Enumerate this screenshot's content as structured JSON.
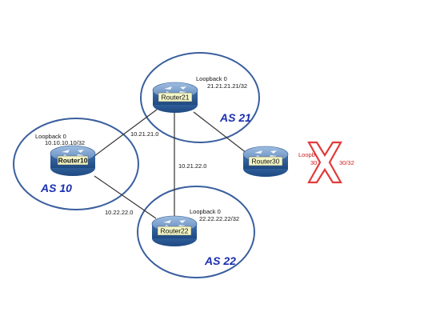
{
  "autonomous_systems": [
    {
      "id": "as21",
      "label": "AS 21"
    },
    {
      "id": "as10",
      "label": "AS 10"
    },
    {
      "id": "as22",
      "label": "AS 22"
    }
  ],
  "routers": [
    {
      "id": "router21",
      "name": "Router21",
      "loopback_title": "Loopback 0",
      "loopback_ip": "21.21.21.21/32"
    },
    {
      "id": "router10",
      "name": "Router10",
      "loopback_title": "Loopback 0",
      "loopback_ip": "10.10.10.10/32"
    },
    {
      "id": "router22",
      "name": "Router22",
      "loopback_title": "Loopback 0",
      "loopback_ip": "22.22.22.22/32"
    },
    {
      "id": "router30",
      "name": "Router30",
      "loopback_title_partial": "Loopb",
      "loopback_ip_part_a": "30",
      "loopback_ip_part_b": "30/32",
      "status": "down"
    }
  ],
  "links": [
    {
      "id": "r10-r21",
      "label": "10.21.21.0"
    },
    {
      "id": "r21-r22",
      "label": "10.21.22.0"
    },
    {
      "id": "r10-r22",
      "label": "10.22.22.0"
    },
    {
      "id": "r21-r30",
      "label": ""
    }
  ],
  "colors": {
    "as_outline": "#3a5f9e",
    "router_top": "#6f97c8",
    "router_body": "#2b5b96",
    "router_label_bg": "#f3f6c6",
    "failure_x": "#e23b3b",
    "as_text": "#1a2fb0"
  }
}
